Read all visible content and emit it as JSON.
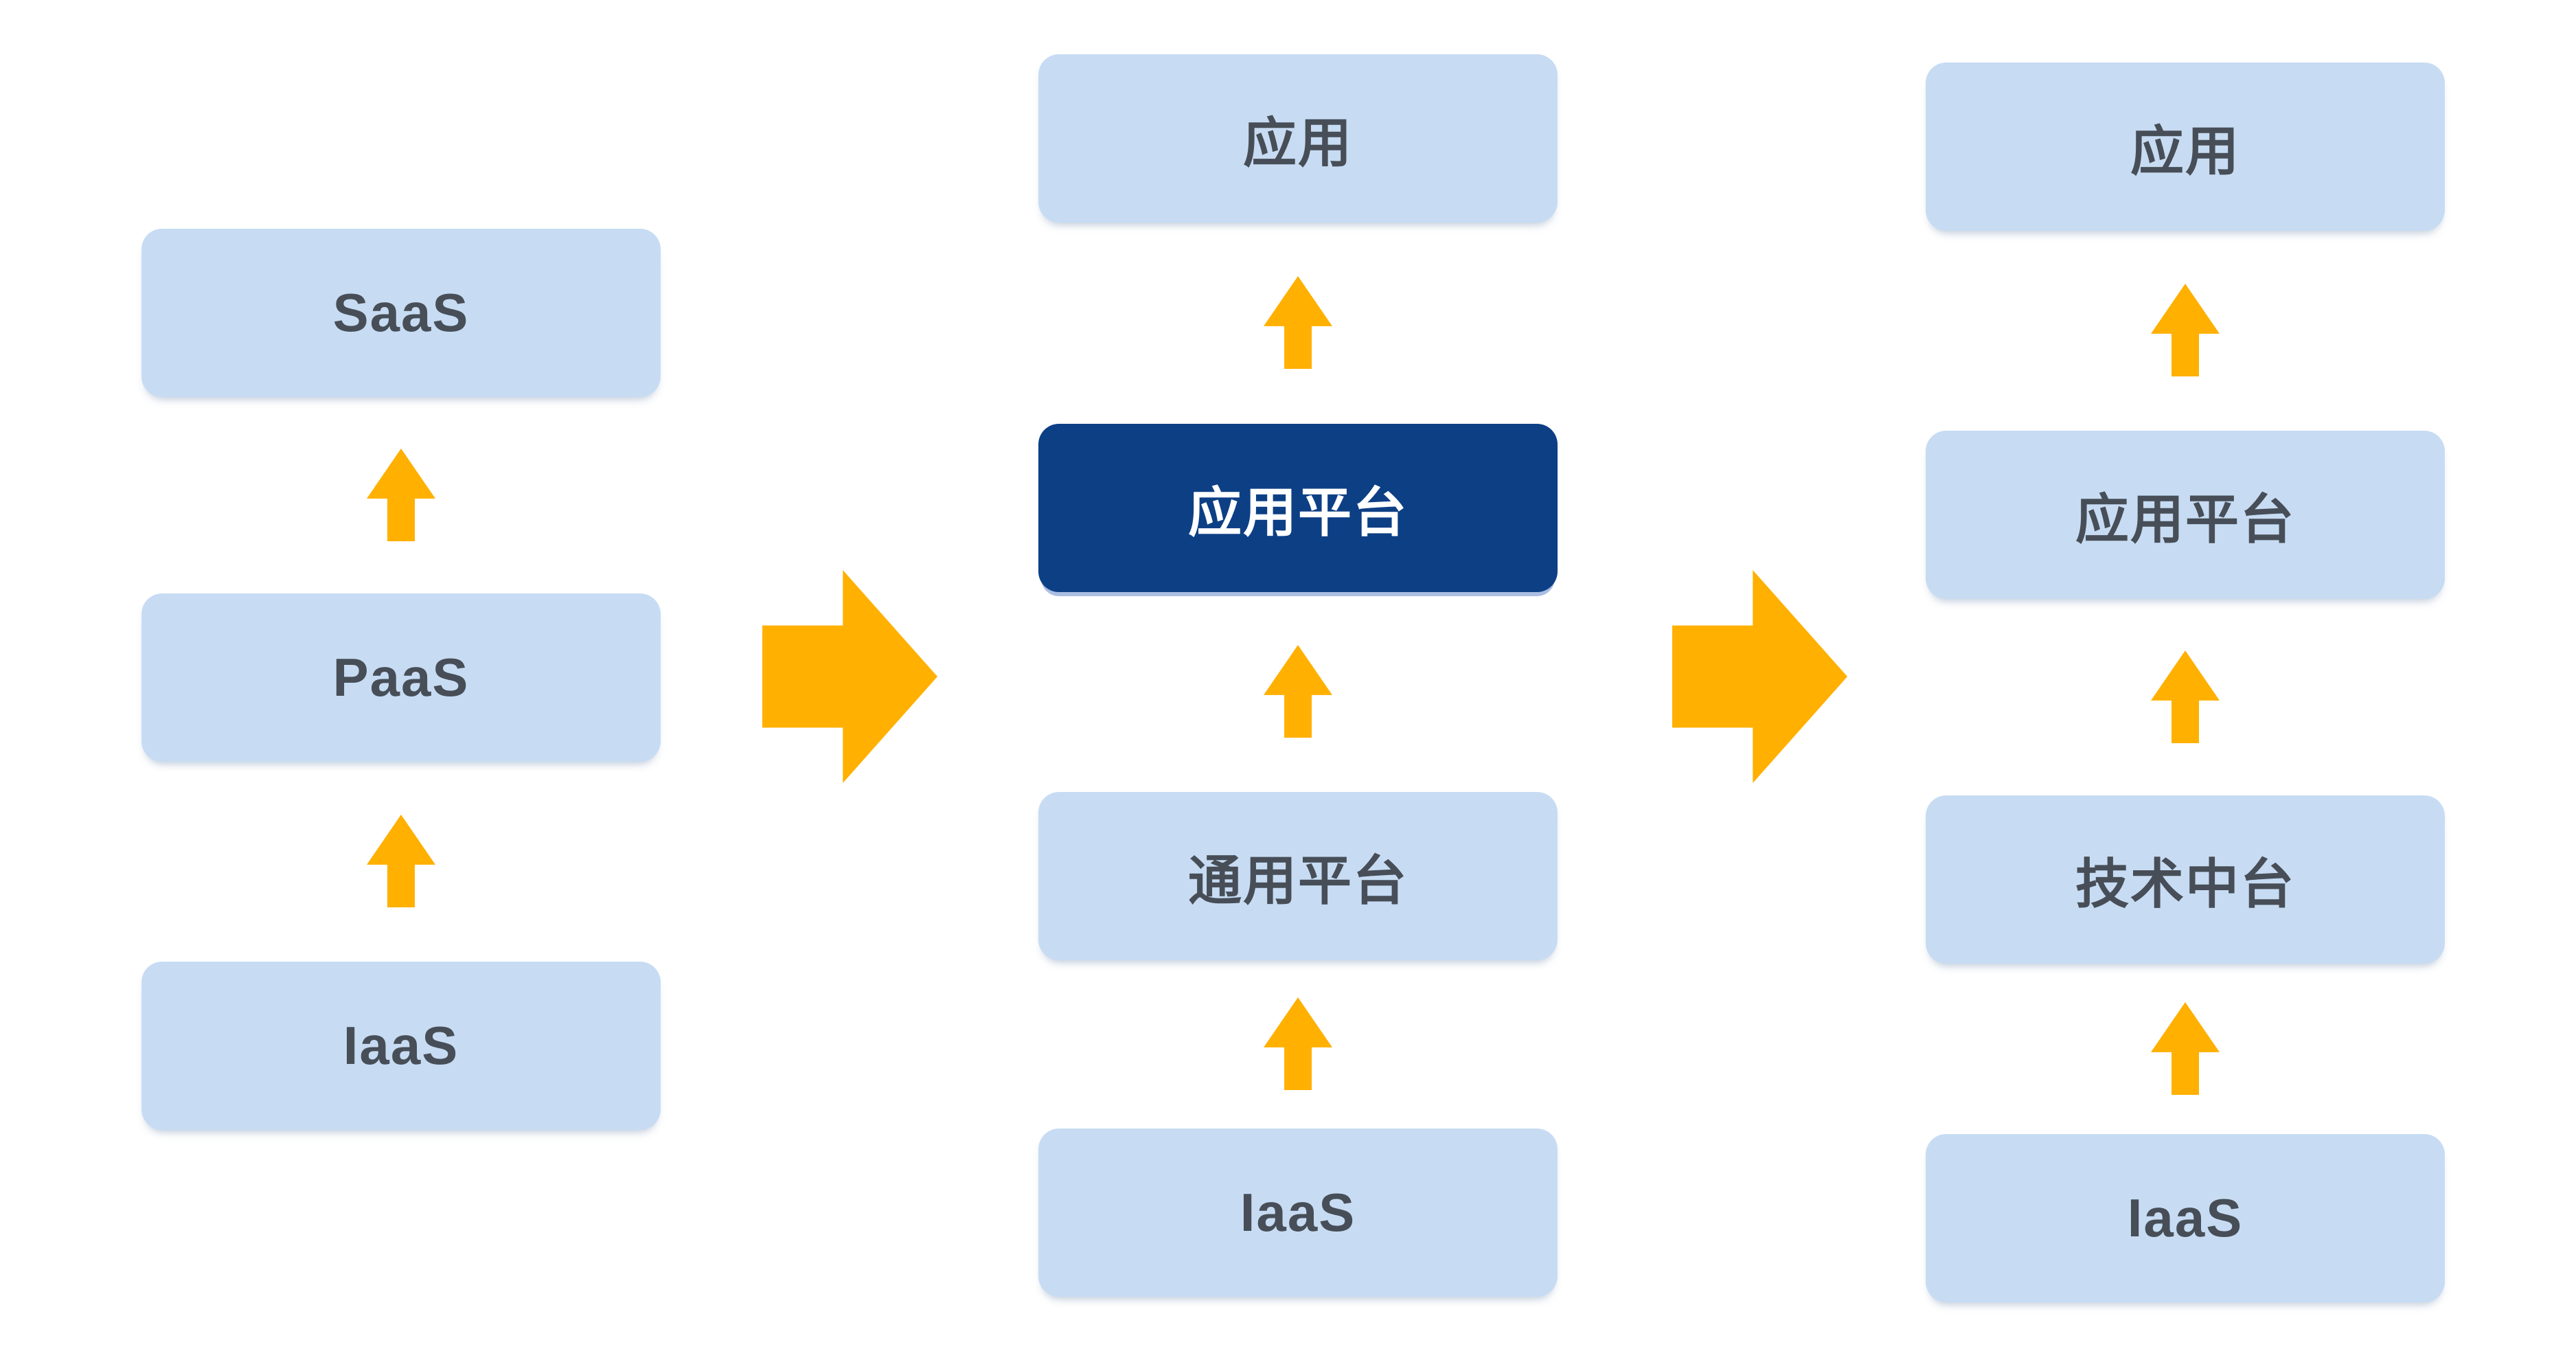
{
  "diagram": {
    "columns": [
      {
        "id": "cloud-stack",
        "boxes": [
          {
            "label": "SaaS"
          },
          {
            "label": "PaaS"
          },
          {
            "label": "IaaS"
          }
        ]
      },
      {
        "id": "application-platform-stack",
        "boxes": [
          {
            "label": "应用"
          },
          {
            "label": "应用平台",
            "highlight": true
          },
          {
            "label": "通用平台"
          },
          {
            "label": "IaaS"
          }
        ]
      },
      {
        "id": "middle-platform-stack",
        "boxes": [
          {
            "label": "应用"
          },
          {
            "label": "应用平台"
          },
          {
            "label": "技术中台"
          },
          {
            "label": "IaaS"
          }
        ]
      }
    ],
    "colors": {
      "box_background": "#C7DCF3",
      "box_text": "#474E57",
      "highlight_background": "#0D3F85",
      "highlight_text": "#FFFFFF",
      "arrow": "#FFB000",
      "page_background": "#FFFFFF"
    }
  }
}
